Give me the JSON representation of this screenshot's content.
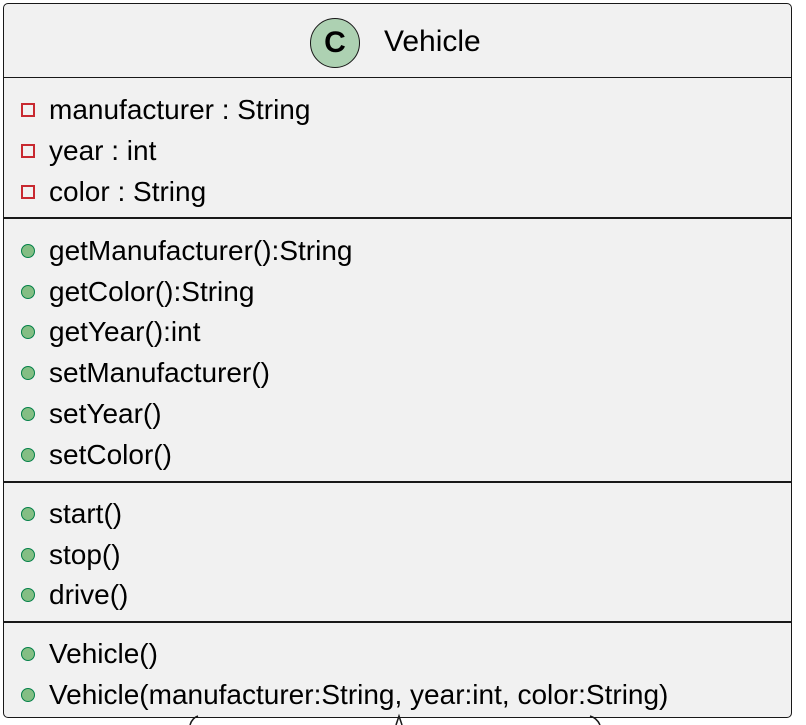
{
  "class": {
    "stereotype": "C",
    "name": "Vehicle",
    "fields": [
      {
        "visibility": "private",
        "text": "manufacturer : String"
      },
      {
        "visibility": "private",
        "text": "year : int"
      },
      {
        "visibility": "private",
        "text": "color : String"
      }
    ],
    "methods_accessors": [
      {
        "visibility": "public",
        "text": "getManufacturer():String"
      },
      {
        "visibility": "public",
        "text": "getColor():String"
      },
      {
        "visibility": "public",
        "text": "getYear():int"
      },
      {
        "visibility": "public",
        "text": "setManufacturer()"
      },
      {
        "visibility": "public",
        "text": "setYear()"
      },
      {
        "visibility": "public",
        "text": "setColor()"
      }
    ],
    "methods_actions": [
      {
        "visibility": "public",
        "text": "start()"
      },
      {
        "visibility": "public",
        "text": "stop()"
      },
      {
        "visibility": "public",
        "text": "drive()"
      }
    ],
    "constructors": [
      {
        "visibility": "public",
        "text": "Vehicle()"
      },
      {
        "visibility": "public",
        "text": "Vehicle(manufacturer:String, year:int, color:String)"
      }
    ]
  },
  "colors": {
    "box_fill": "#f1f1f1",
    "border": "#181818",
    "class_circle": "#add1b2",
    "private_icon": "#c82930",
    "public_icon_fill": "#84be84",
    "public_icon_border": "#038048"
  },
  "icons": {
    "private": "private-square-icon",
    "public": "public-circle-icon"
  }
}
